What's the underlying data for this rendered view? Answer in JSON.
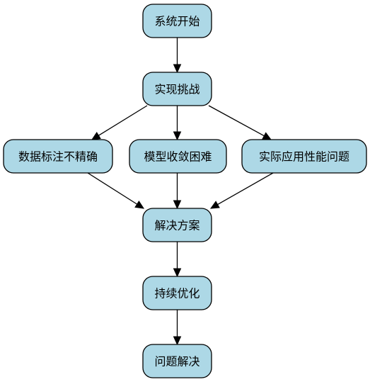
{
  "diagram": {
    "nodes": {
      "start": "系统开始",
      "challenges": "实现挑战",
      "annotation": "数据标注不精确",
      "convergence": "模型收敛困难",
      "performance": "实际应用性能问题",
      "solution": "解决方案",
      "optimize": "持续优化",
      "resolved": "问题解决"
    },
    "edges": [
      [
        "start",
        "challenges"
      ],
      [
        "challenges",
        "annotation"
      ],
      [
        "challenges",
        "convergence"
      ],
      [
        "challenges",
        "performance"
      ],
      [
        "annotation",
        "solution"
      ],
      [
        "convergence",
        "solution"
      ],
      [
        "performance",
        "solution"
      ],
      [
        "solution",
        "optimize"
      ],
      [
        "optimize",
        "resolved"
      ]
    ],
    "colors": {
      "node_fill": "#add8e6",
      "stroke": "#000000"
    }
  }
}
